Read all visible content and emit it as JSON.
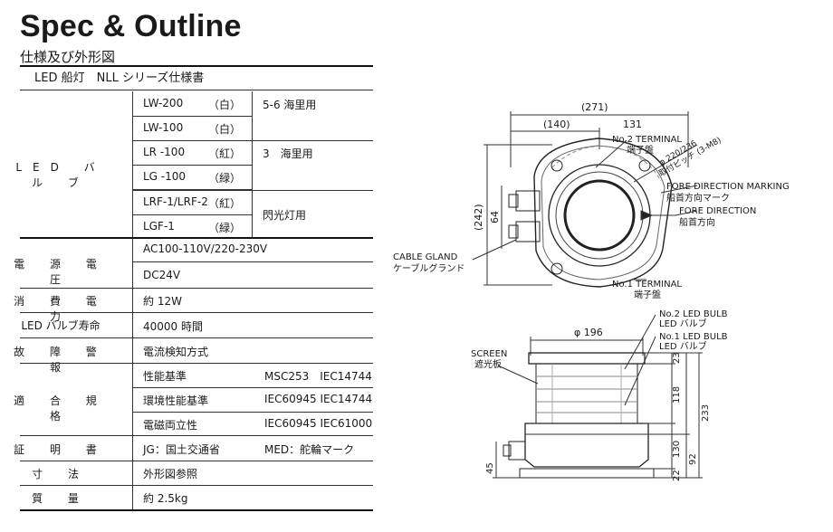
{
  "header": {
    "title": "Spec & Outline",
    "subtitle": "仕様及び外形図"
  },
  "spec": {
    "series_title": "LED 船灯　NLL シリーズ仕様書",
    "bulb": {
      "label": "LED バ ル ブ",
      "rows": [
        {
          "model": "LW-200",
          "color": "（白）"
        },
        {
          "model": "LW-100",
          "color": "（白）"
        },
        {
          "model": "LR -100",
          "color": "（紅）"
        },
        {
          "model": "LG -100",
          "color": "（緑）"
        },
        {
          "model": "LRF-1/LRF-2",
          "color": "（紅）"
        },
        {
          "model": "LGF-1",
          "color": "（緑）"
        }
      ],
      "ranges": [
        "5-6 海里用",
        "3　海里用",
        "閃光灯用"
      ]
    },
    "power": {
      "label": "電 源 電 圧",
      "values": [
        "AC100-110V/220-230V",
        "DC24V"
      ]
    },
    "consumption": {
      "label": "消 費 電 力",
      "value": "約 12W"
    },
    "life": {
      "label": "LED バルブ寿命",
      "value": "40000 時間"
    },
    "fault": {
      "label": "故 障 警 報",
      "value": "電流検知方式"
    },
    "standards": {
      "label": "適 合 規 格",
      "rows": [
        {
          "name": "性能基準",
          "value": "MSC253　IEC14744"
        },
        {
          "name": "環境性能基準",
          "value": "IEC60945 IEC14744"
        },
        {
          "name": "電磁両立性",
          "value": "IEC60945 IEC61000"
        }
      ]
    },
    "certificate": {
      "label": "証 明 書",
      "value1": "JG：国土交通省",
      "value2": "MED：舵輪マーク"
    },
    "dimensions": {
      "label": "寸 法",
      "value": "外形図参照"
    },
    "mass": {
      "label": "質 量",
      "value": "約 2.5kg"
    }
  },
  "top_view": {
    "dim_total": "(271)",
    "dim_left": "(140)",
    "dim_right": "131",
    "dim_height": "(242)",
    "dim_64": "64",
    "pitch1": "φ 220/236",
    "pitch2": "取付ピッチ (3-M8)",
    "no2_terminal": "No.2 TERMINAL",
    "no2_terminal_jp": "端子盤",
    "fore_marking": "FORE DIRECTION MARKING",
    "fore_marking_jp": "船首方向マーク",
    "fore_dir": "FORE DIRECTION",
    "fore_dir_jp": "船首方向",
    "cable": "CABLE GLAND",
    "cable_jp": "ケーブルグランド",
    "no1_terminal": "No.1 TERMINAL",
    "no1_terminal_jp": "端子盤"
  },
  "side_view": {
    "diameter": "φ 196",
    "no2_bulb": "No.2 LED BULB",
    "no2_bulb_jp": "LED バルブ",
    "no1_bulb": "No.1 LED BULB",
    "no1_bulb_jp": "LED バルブ",
    "screen": "SCREEN",
    "screen_jp": "遮光板",
    "d23": "23",
    "d118": "118",
    "d233": "233",
    "d130": "130",
    "d92": "92",
    "d45": "45",
    "d22": "22"
  }
}
